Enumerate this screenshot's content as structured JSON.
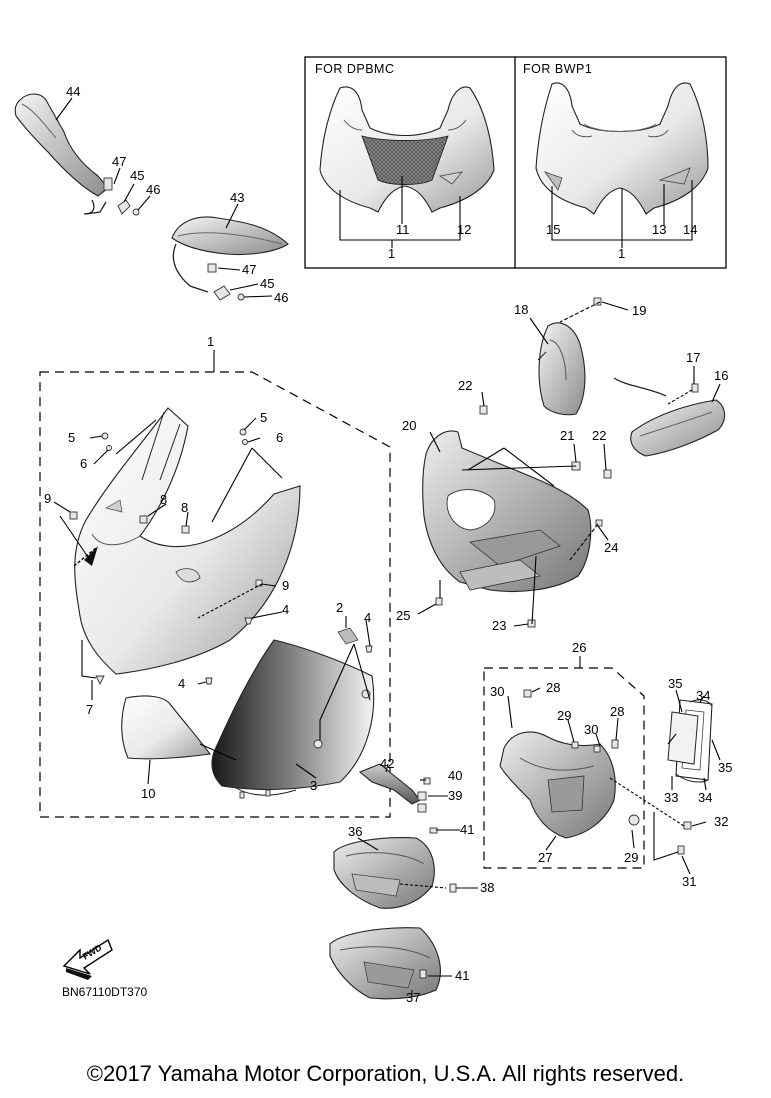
{
  "inset": {
    "left_title": "FOR  DPBMC",
    "right_title": "FOR  BWP1"
  },
  "callouts": {
    "c1_main": "1",
    "c1_left": "1",
    "c1_right": "1",
    "c2": "2",
    "c3": "3",
    "c4a": "4",
    "c4b": "4",
    "c4c": "4",
    "c5a": "5",
    "c5b": "5",
    "c6a": "6",
    "c6b": "6",
    "c7": "7",
    "c8a": "8",
    "c8b": "8",
    "c9a": "9",
    "c9b": "9",
    "c10": "10",
    "c11": "11",
    "c12": "12",
    "c13": "13",
    "c14": "14",
    "c15": "15",
    "c16": "16",
    "c17": "17",
    "c18": "18",
    "c19": "19",
    "c20": "20",
    "c21": "21",
    "c22a": "22",
    "c22b": "22",
    "c23": "23",
    "c24": "24",
    "c25": "25",
    "c26": "26",
    "c27": "27",
    "c28a": "28",
    "c28b": "28",
    "c29a": "29",
    "c29b": "29",
    "c30a": "30",
    "c30b": "30",
    "c31": "31",
    "c32": "32",
    "c33": "33",
    "c34a": "34",
    "c34b": "34",
    "c35a": "35",
    "c35b": "35",
    "c36": "36",
    "c37": "37",
    "c38": "38",
    "c39": "39",
    "c40": "40",
    "c41a": "41",
    "c41b": "41",
    "c42": "42",
    "c43": "43",
    "c44": "44",
    "c45a": "45",
    "c45b": "45",
    "c46a": "46",
    "c46b": "46",
    "c47a": "47",
    "c47b": "47"
  },
  "fwd_label": "FWD",
  "diagram_code": "BN67110DT370",
  "copyright": "©2017 Yamaha Motor Corporation, U.S.A. All rights reserved."
}
